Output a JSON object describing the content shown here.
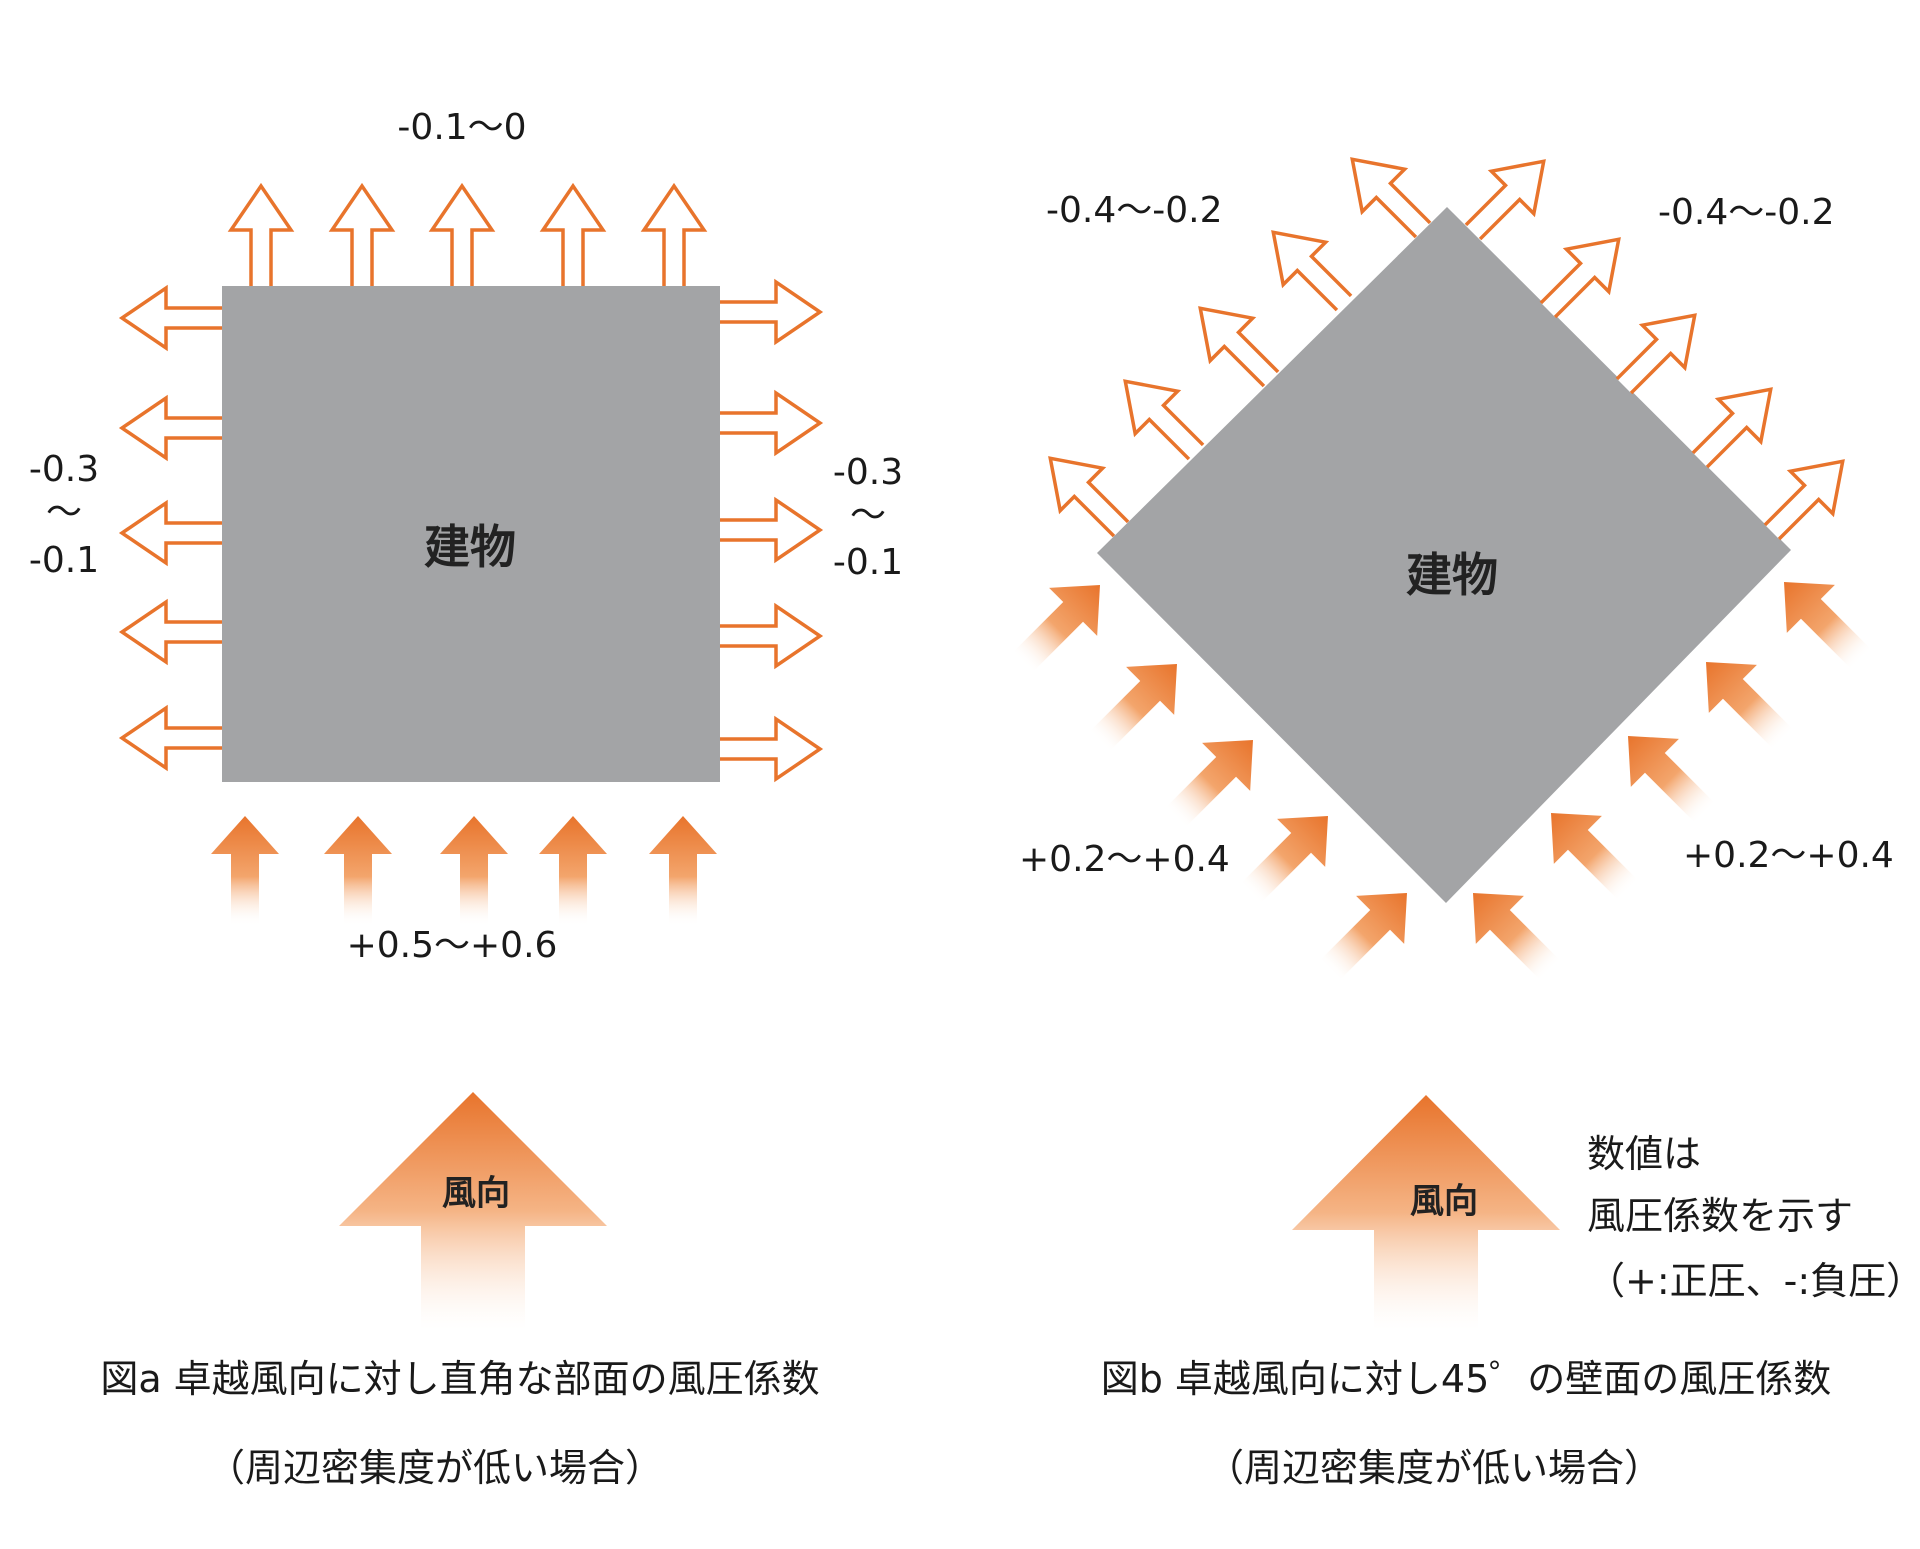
{
  "figure_a": {
    "building_label": "建物",
    "top_value": "-0.1〜0",
    "left_value_top": "-0.3",
    "left_value_mid": "〜",
    "left_value_bottom": "-0.1",
    "right_value_top": "-0.3",
    "right_value_mid": "〜",
    "right_value_bottom": "-0.1",
    "bottom_value": "+0.5〜+0.6",
    "wind_label": "風向",
    "caption": "図a  卓越風向に対し直角な部面の風圧係数",
    "subcaption": "（周辺密集度が低い場合）"
  },
  "figure_b": {
    "building_label": "建物",
    "upper_left_value": "-0.4〜-0.2",
    "upper_right_value": "-0.4〜-0.2",
    "lower_left_value": "+0.2〜+0.4",
    "lower_right_value": "+0.2〜+0.4",
    "wind_label": "風向",
    "caption": "図b  卓越風向に対し45゜の壁面の風圧係数",
    "subcaption": "（周辺密集度が低い場合）"
  },
  "legend_note": {
    "line1": "数値は",
    "line2": "風圧係数を示す",
    "line3": "（+:正圧、-:負圧）"
  },
  "colors": {
    "building": "#a3a4a6",
    "arrow_orange": "#e8742c",
    "arrow_fill_light": "#ffffff"
  }
}
